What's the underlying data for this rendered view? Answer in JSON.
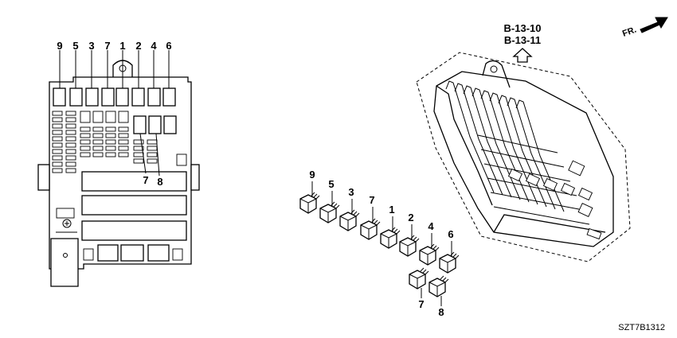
{
  "left_panel": {
    "top_labels": [
      "9",
      "5",
      "3",
      "7",
      "1",
      "2",
      "4",
      "6"
    ],
    "bottom_labels": [
      "7",
      "8"
    ]
  },
  "reference": {
    "line1": "B-13-10",
    "line2": "B-13-11"
  },
  "direction_indicator": "FR.",
  "relays": {
    "labels": [
      "9",
      "5",
      "3",
      "7",
      "1",
      "2",
      "4",
      "6",
      "7",
      "8"
    ]
  },
  "part_code": "SZT7B1312"
}
